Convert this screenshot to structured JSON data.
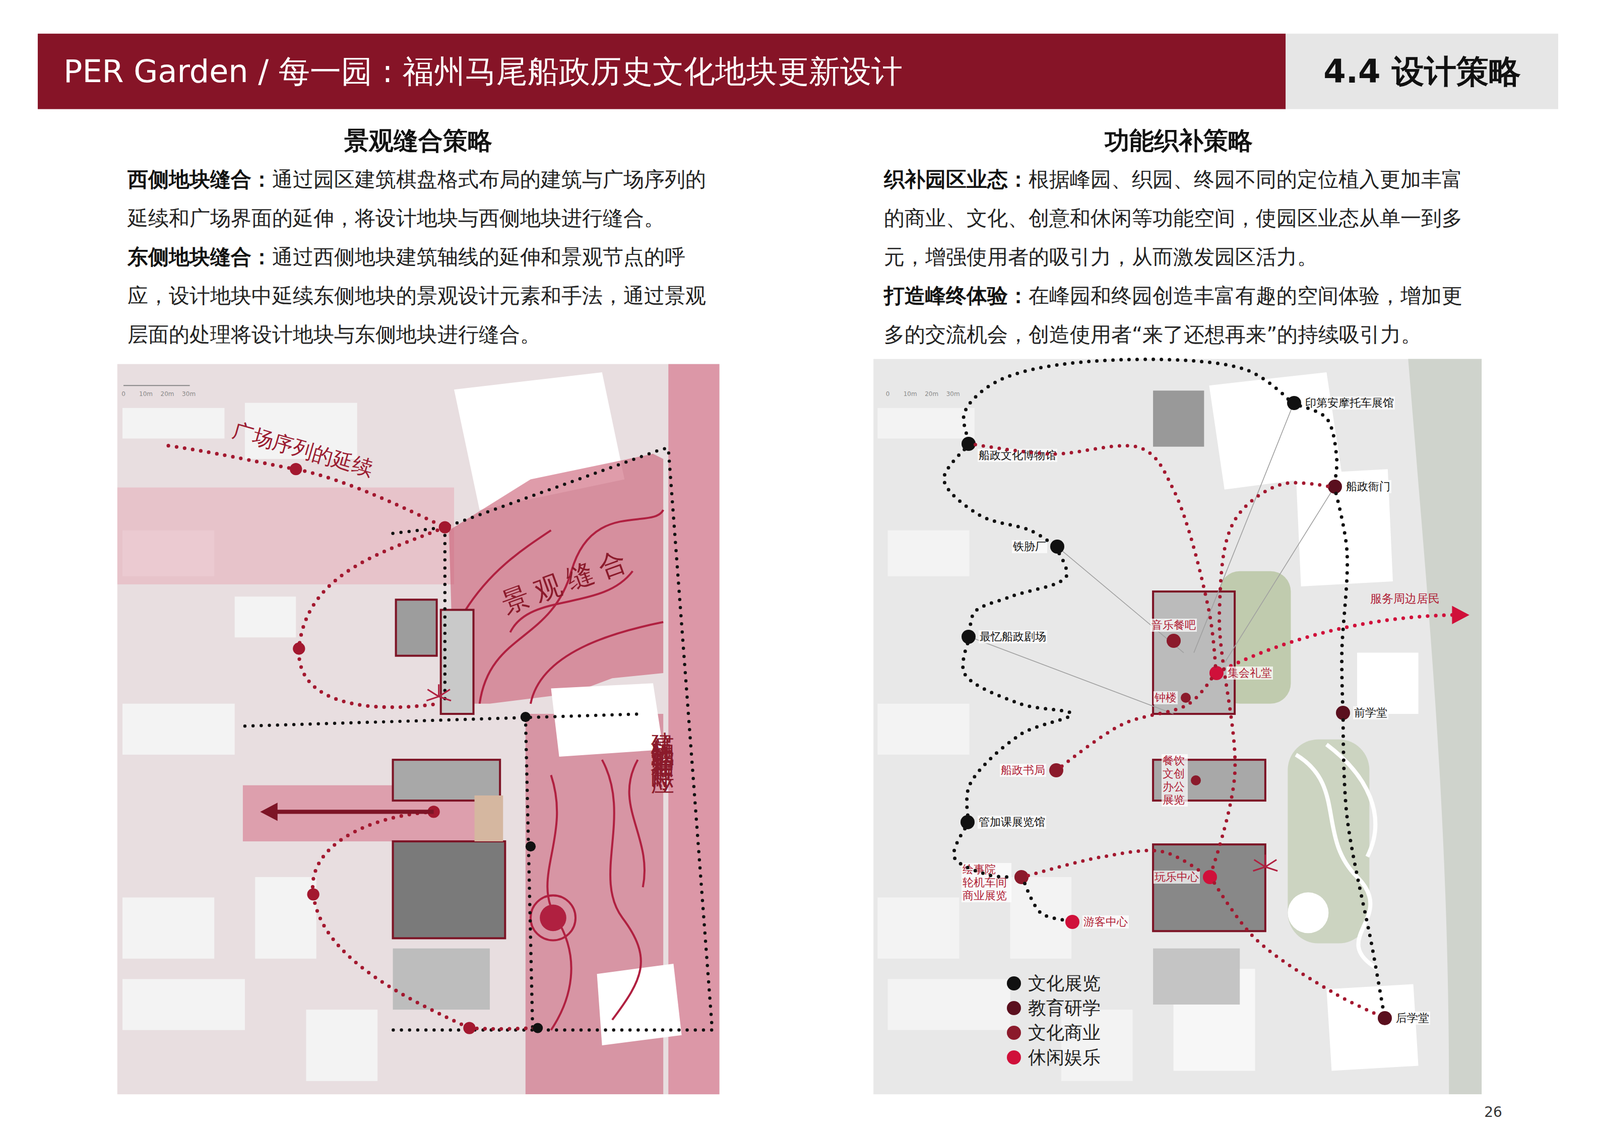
{
  "diagram": {
    "title": "PER Garden / 每一园 : 福州马尾船政历史文化地块更新设计",
    "nodes": [
      {
        "text": [
          "印第安摩托车展馆"
        ]
      },
      {
        "text": [
          "船政文化博物馆"
        ]
      },
      {
        "text": [
          "船政衙门"
        ]
      },
      {
        "text": [
          "铁胁厂"
        ]
      },
      {
        "text": [
          "最忆船政剧场"
        ]
      },
      {
        "text": [
          "音乐餐吧"
        ]
      },
      {
        "text": [
          "集会礼堂"
        ]
      },
      {
        "text": [
          "钟楼"
        ]
      },
      {
        "text": [
          "前学堂"
        ]
      },
      {
        "text": [
          "船政书局"
        ]
      },
      {
        "text": [
          "餐饮 文创 办公 展览"
        ]
      },
      {
        "text": [
          "管加课展览馆"
        ]
      },
      {
        "text": [
          "绘事院 轮机车间 商业展览"
        ]
      },
      {
        "text": [
          "玩乐中心"
        ]
      },
      {
        "text": [
          "游客中心"
        ]
      },
      {
        "text": [
          "后学堂"
        ]
      }
    ],
    "edges": [
      {
        "from": 0,
        "to": 1,
        "arrow": "none"
      },
      {
        "from": 1,
        "to": 3,
        "arrow": "none"
      },
      {
        "from": 3,
        "to": 4,
        "arrow": "none"
      },
      {
        "from": 4,
        "to": 11,
        "arrow": "none"
      },
      {
        "from": 11,
        "to": 12,
        "arrow": "none"
      },
      {
        "from": 12,
        "to": 14,
        "arrow": "none"
      },
      {
        "from": 0,
        "to": 2,
        "arrow": "none"
      },
      {
        "from": 2,
        "to": 8,
        "arrow": "none"
      },
      {
        "from": 8,
        "to": 15,
        "arrow": "none"
      },
      {
        "from": 1,
        "to": 6,
        "arrow": "none"
      },
      {
        "from": 2,
        "to": 13,
        "arrow": "none"
      },
      {
        "from": 9,
        "to": 6,
        "arrow": "none"
      },
      {
        "from": 12,
        "to": 13,
        "arrow": "none"
      },
      {
        "from": 13,
        "to": 15,
        "arrow": "none"
      }
    ],
    "labels": [
      "景观缝合策略",
      "西侧地块缝合：",
      "通过园区建筑棋盘格式布局的建筑与广场序列的延续和广场界面的延伸，将设计地块与西侧地块进行缝合。",
      "东侧地块缝合：",
      "通过西侧地块建筑轴线的延伸和景观节点的呼应，设计地块中延续东侧地块的景观设计元素和手法，通过景观层面的处理将设计地块与东侧地块进行缝合。",
      "功能织补策略",
      "织补园区业态：",
      "根据峰园、织园、终园不同的定位植入更加丰富的商业、文化、创意和休闲等功能空间，使园区业态从单一到多元，增强使用者的吸引力，从而激发园区活力。",
      "打造峰终体验：",
      "在峰园和终园创造丰富有趣的空间体验，增加更多的交流机会，创造使用者“来了还想再来”的持续吸引力。",
      "4.4 设计策略",
      "广场序列的延续",
      "景观缝合",
      "建筑轴线的延伸和节点呼应",
      "服务周边居民",
      "26",
      "0",
      "10m",
      "20m",
      "30m",
      "0",
      "10m",
      "20m",
      "30m"
    ],
    "legend": [
      {
        "text": "文化展览",
        "color": "#111111"
      },
      {
        "text": "教育研学",
        "color": "#5a0f1e"
      },
      {
        "text": "文化商业",
        "color": "#8b1a2b"
      },
      {
        "text": "休闲娱乐",
        "color": "#d0103a"
      }
    ]
  }
}
